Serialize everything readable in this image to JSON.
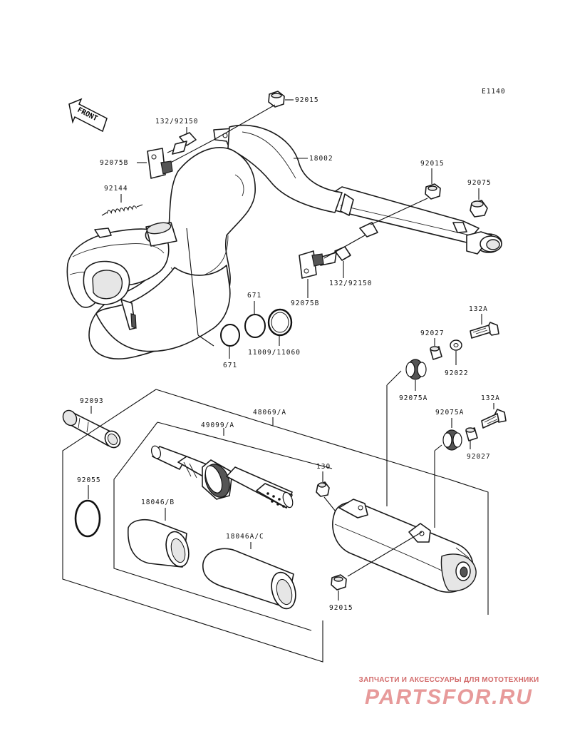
{
  "diagram": {
    "code": "E1140",
    "front_label": "FRONT",
    "labels": {
      "p92015_top": "92015",
      "p132_92150_top": "132/92150",
      "p92075b_top": "92075B",
      "p18002": "18002",
      "p92144": "92144",
      "p92015_right": "92015",
      "p92075": "92075",
      "p132_92150_mid": "132/92150",
      "p92075b_mid": "92075B",
      "p671_top": "671",
      "p671_bottom": "671",
      "p11009_11060": "11009/11060",
      "p132a_top": "132A",
      "p92027_top": "92027",
      "p92022": "92022",
      "p92075a_top": "92075A",
      "p92093": "92093",
      "p48069a": "48069/A",
      "p49099a": "49099/A",
      "p92075a_mid": "92075A",
      "p132a_mid": "132A",
      "p92027_mid": "92027",
      "p92055": "92055",
      "p130": "130",
      "p18046b": "18046/B",
      "p18046ac": "18046A/C",
      "p92015_bottom": "92015"
    }
  },
  "watermark": {
    "caption": "ЗАПЧАСТИ И АКСЕССУАРЫ ДЛЯ МОТОТЕХНИКИ",
    "logo": "PARTSFOR.RU"
  }
}
